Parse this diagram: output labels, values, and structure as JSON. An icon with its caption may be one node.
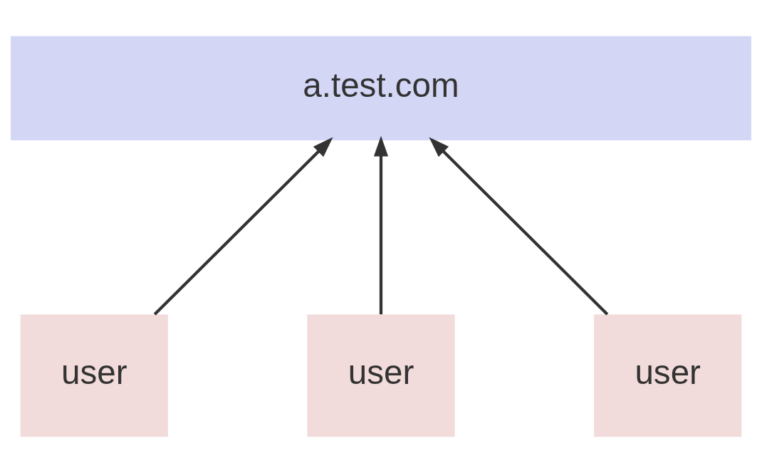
{
  "diagram": {
    "nodes": [
      {
        "text": [
          "a.test.com"
        ]
      },
      {
        "text": [
          "user"
        ]
      },
      {
        "text": [
          "user"
        ]
      },
      {
        "text": [
          "user"
        ]
      }
    ],
    "edges": [
      {
        "from": 1,
        "to": 0,
        "arrow": "to"
      },
      {
        "from": 2,
        "to": 0,
        "arrow": "to"
      },
      {
        "from": 3,
        "to": 0,
        "arrow": "to"
      }
    ]
  }
}
